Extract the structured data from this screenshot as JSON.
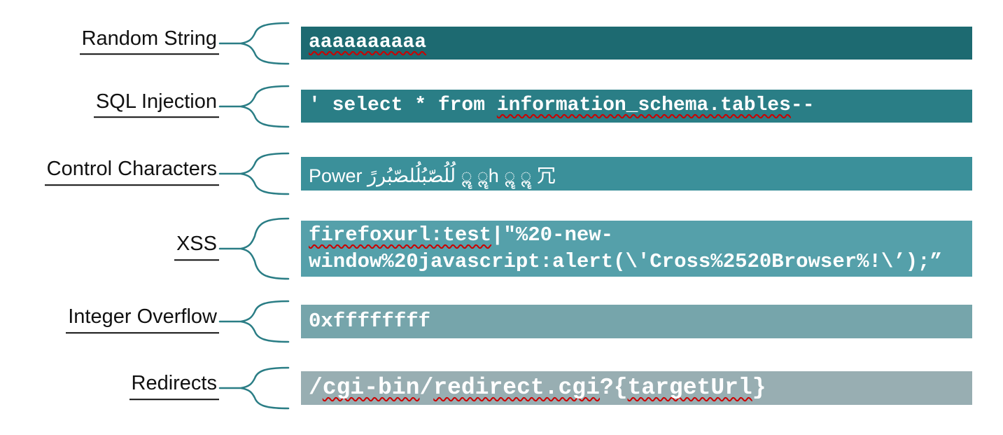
{
  "diagram": {
    "title_visible": false,
    "brace_color": "#2a7d85",
    "misspell_color": "#cc0000",
    "text_color": "#ffffff",
    "label_color": "#111111",
    "rows": [
      {
        "label": "Random String",
        "bar_color": "#1d6a71",
        "segments": [
          {
            "text": "aaaaaaaaaa",
            "misspelled": true
          }
        ]
      },
      {
        "label": "SQL Injection",
        "bar_color": "#2a7e86",
        "segments": [
          {
            "text": "' select * from ",
            "misspelled": false
          },
          {
            "text": "information_schema.tables",
            "misspelled": true
          },
          {
            "text": "--",
            "misspelled": false
          }
        ]
      },
      {
        "label": "Control Characters",
        "bar_color": "#3b909a",
        "segments": [
          {
            "text": "Power لُلُصّبُلُلصّبُررً ॣ ॣh ॣ ॣ 冗",
            "misspelled": false
          }
        ]
      },
      {
        "label": "XSS",
        "bar_color": "#55a0aa",
        "segments": [
          {
            "text": "firefoxurl:test",
            "misspelled": true
          },
          {
            "text": "|\"%20-new-window%20javascript:alert(\\'Cross%2520Browser%!\\’);”",
            "misspelled": false
          }
        ]
      },
      {
        "label": "Integer Overflow",
        "bar_color": "#76a5ab",
        "segments": [
          {
            "text": "0xffffffff",
            "misspelled": false
          }
        ]
      },
      {
        "label": "Redirects",
        "bar_color": "#98aeb2",
        "segments": [
          {
            "text": "/",
            "misspelled": false
          },
          {
            "text": "cgi-bin",
            "misspelled": true
          },
          {
            "text": "/",
            "misspelled": false
          },
          {
            "text": "redirect.cgi",
            "misspelled": true
          },
          {
            "text": "?{",
            "misspelled": false
          },
          {
            "text": "targetUrl",
            "misspelled": true
          },
          {
            "text": "}",
            "misspelled": false
          }
        ]
      }
    ]
  }
}
